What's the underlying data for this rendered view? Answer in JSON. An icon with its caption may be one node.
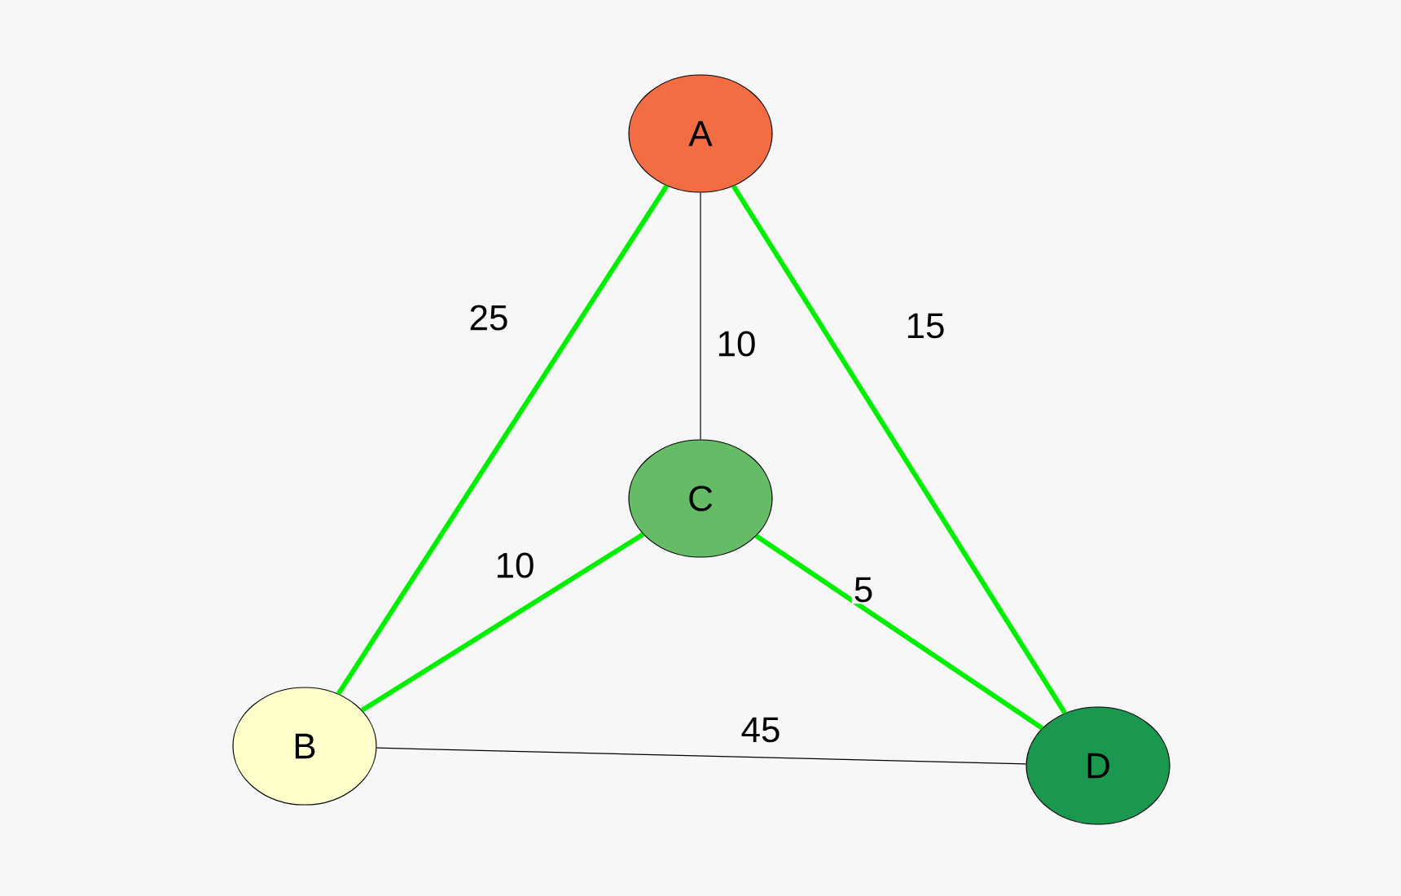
{
  "diagram": {
    "nodes": [
      {
        "text": [
          "A"
        ]
      },
      {
        "text": [
          "B"
        ]
      },
      {
        "text": [
          "C"
        ]
      },
      {
        "text": [
          "D"
        ]
      }
    ],
    "edges": [
      {
        "from": 0,
        "to": 1,
        "arrow": "none",
        "label": "25"
      },
      {
        "from": 0,
        "to": 2,
        "arrow": "none",
        "label": "10",
        "color": "#000000"
      },
      {
        "from": 0,
        "to": 3,
        "arrow": "none",
        "label": "15"
      },
      {
        "from": 2,
        "to": 1,
        "arrow": "none",
        "label": "10"
      },
      {
        "from": 2,
        "to": 3,
        "arrow": "none",
        "label": "5"
      },
      {
        "from": 1,
        "to": 3,
        "arrow": "none",
        "label": "45",
        "color": "#000000"
      }
    ]
  }
}
